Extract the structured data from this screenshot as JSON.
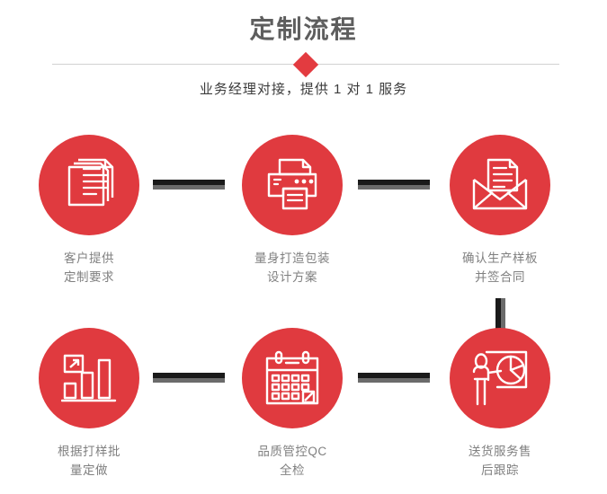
{
  "header": {
    "title": "定制流程",
    "subtitle": "业务经理对接，提供 1 对 1 服务",
    "divider_icon": "diamond-icon",
    "accent_color": "#e03a3f",
    "title_color": "#5e5e5e",
    "rule_color": "#d2d2d2"
  },
  "flow": {
    "label_color": "#808080",
    "connector_color": "#1a1a1a",
    "connector_shadow_color": "#6b6b6b",
    "steps": [
      {
        "id": 1,
        "icon": "documents-stack-icon",
        "label": "客户提供\n定制要求"
      },
      {
        "id": 2,
        "icon": "printer-icon",
        "label": "量身打造包装\n设计方案"
      },
      {
        "id": 3,
        "icon": "envelope-document-icon",
        "label": "确认生产样板\n并签合同"
      },
      {
        "id": 4,
        "icon": "bar-chart-growth-icon",
        "label": "根据打样批\n量定做"
      },
      {
        "id": 5,
        "icon": "calendar-check-icon",
        "label": "品质管控QC\n全检"
      },
      {
        "id": 6,
        "icon": "presenter-pie-chart-icon",
        "label": "送货服务售\n后跟踪"
      }
    ]
  }
}
